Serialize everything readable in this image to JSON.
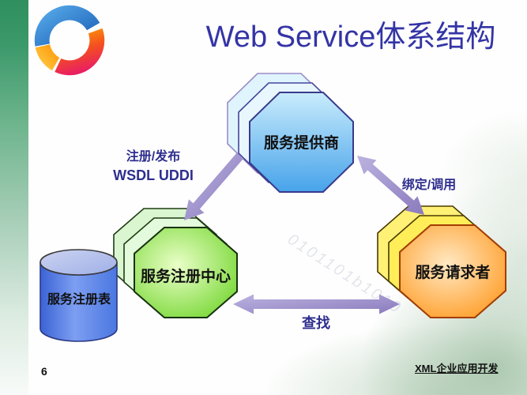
{
  "slide": {
    "title": "Web Service体系结构",
    "page_number": "6",
    "footer": "XML企业应用开发",
    "watermark": "0101101b1010"
  },
  "diagram": {
    "nodes": [
      {
        "id": "service-provider",
        "label": "服务提供商",
        "shape": "stacked-octagon",
        "fill": "#55aeee"
      },
      {
        "id": "service-registry",
        "label": "服务注册中心",
        "shape": "stacked-octagon",
        "fill": "#77dd33"
      },
      {
        "id": "service-requester",
        "label": "服务请求者",
        "shape": "stacked-octagon",
        "fill": "#ff9818"
      },
      {
        "id": "registry-table",
        "label": "服务注册表",
        "shape": "cylinder",
        "fill": "#4a77e0"
      }
    ],
    "edges": [
      {
        "from": "service-provider",
        "to": "service-registry",
        "arrow": "single",
        "labels": [
          "注册/发布",
          "WSDL UDDI"
        ]
      },
      {
        "from": "service-requester",
        "to": "service-provider",
        "arrow": "double",
        "labels": [
          "绑定/调用"
        ]
      },
      {
        "from": "service-registry",
        "to": "service-requester",
        "arrow": "double",
        "labels": [
          "查找"
        ]
      }
    ],
    "arrow_color": "#9a8cc6",
    "label_color": "#2e2e8f",
    "title_color": "#3434a6"
  }
}
